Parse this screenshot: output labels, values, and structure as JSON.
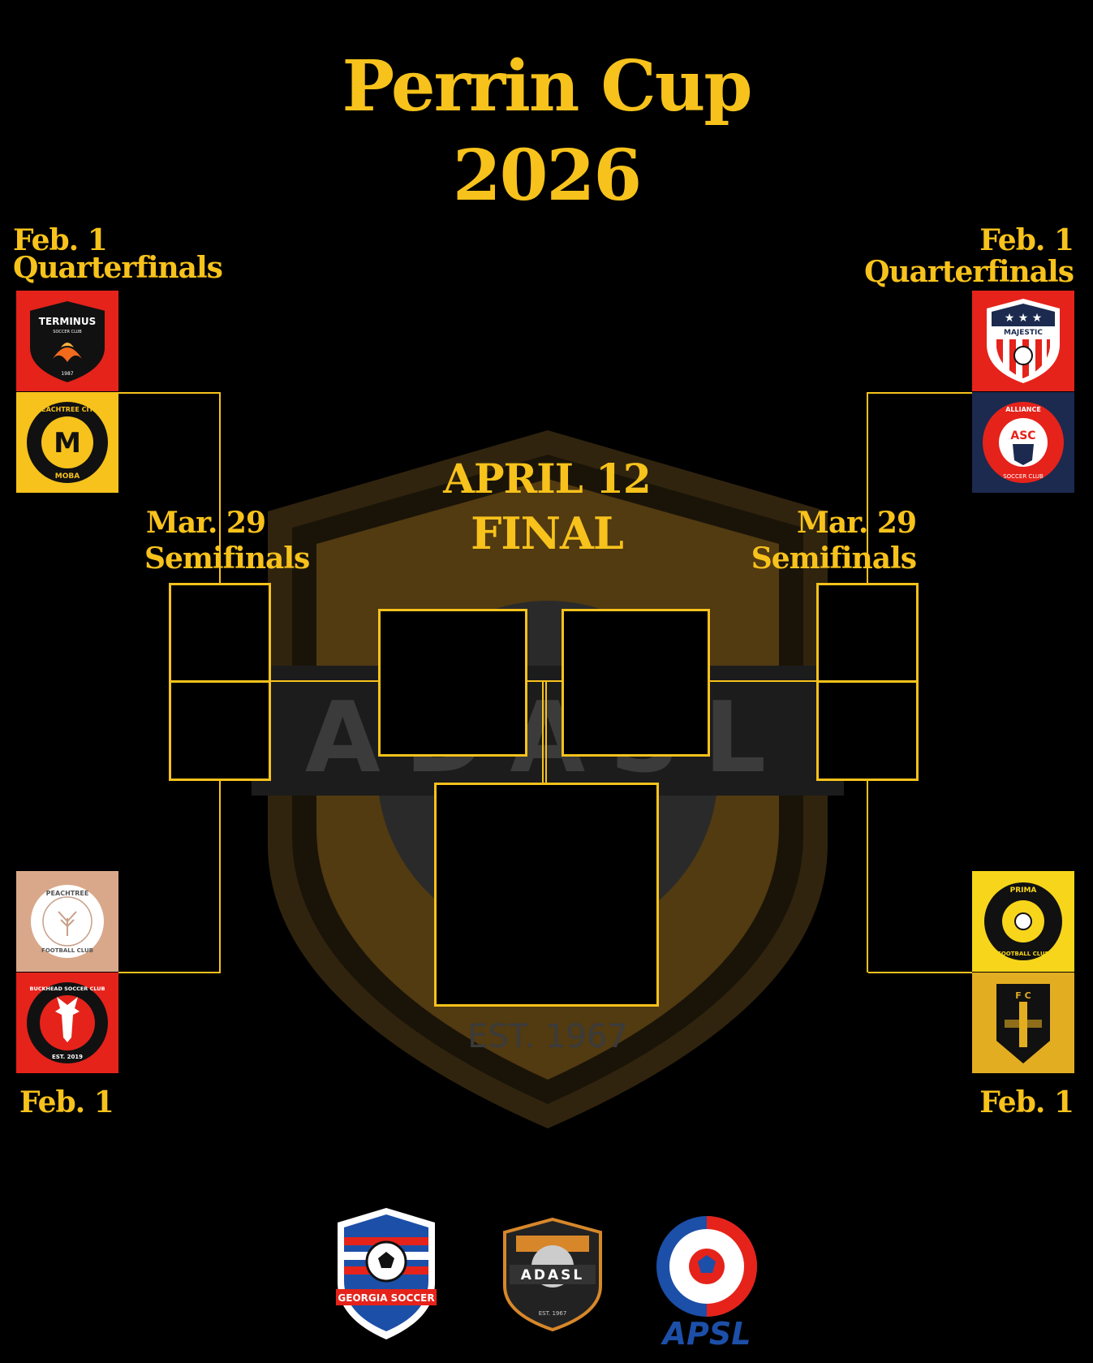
{
  "title": {
    "line1": "Perrin Cup",
    "line2": "2026"
  },
  "rounds": {
    "qf_top_left": {
      "date": "Feb. 1",
      "name": "Quarterfinals"
    },
    "qf_top_right": {
      "date": "Feb. 1",
      "name": "Quarterfinals"
    },
    "qf_bottom_left": {
      "date": "Feb. 1"
    },
    "qf_bottom_right": {
      "date": "Feb. 1"
    },
    "sf_left": {
      "date": "Mar. 29",
      "name": "Semifinals"
    },
    "sf_right": {
      "date": "Mar. 29",
      "name": "Semifinals"
    },
    "final": {
      "date": "APRIL 12",
      "name": "FINAL"
    }
  },
  "teams": {
    "terminus": {
      "text": "TERMINUS",
      "sub": "SOCCER CLUB",
      "year": "1987",
      "bg": "#e5231b"
    },
    "peachtree_city": {
      "ring": "PEACHTREE CITY",
      "bottom": "MOBA",
      "mark": "M",
      "bg": "#f7c21b"
    },
    "majestic": {
      "text": "MAJESTIC",
      "bg": "#e5231b"
    },
    "alliance": {
      "ring": "ALLIANCE",
      "mark": "ASC",
      "bottom": "SOCCER CLUB",
      "bg": "#1b2a4e"
    },
    "peachtree_fc": {
      "ring": "PEACHTREE",
      "bottom": "FOOTBALL CLUB",
      "bg": "#d9a88a"
    },
    "buckhead": {
      "ring": "BUCKHEAD SOCCER CLUB",
      "est": "EST. 2019",
      "bg": "#e5231b"
    },
    "prima": {
      "ring": "PRIMA",
      "bottom": "FOOTBALL CLUB",
      "bg": "#f7d51b"
    },
    "fc_club": {
      "mark": "F C",
      "bg": "#e3ad22"
    }
  },
  "background_logo": {
    "text": "ADASL",
    "est": "EST. 1967"
  },
  "sponsors": {
    "georgia": {
      "text": "GEORGIA SOCCER"
    },
    "adasl": {
      "text": "ADASL",
      "est": "EST. 1967"
    },
    "apsl": {
      "text": "APSL"
    }
  },
  "colors": {
    "accent": "#f7c21b",
    "background": "#000000"
  }
}
